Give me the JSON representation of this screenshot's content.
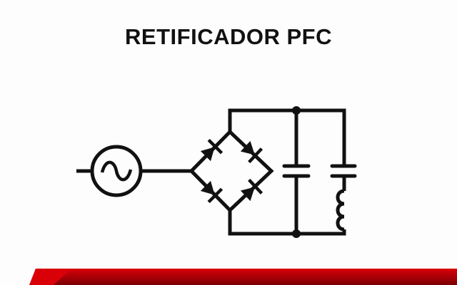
{
  "title": "RETIFICADOR PFC",
  "diagram": {
    "components": [
      "ac-source",
      "diode-bridge",
      "capacitor",
      "capacitor",
      "inductor"
    ],
    "line_color": "#111111"
  },
  "banner": {
    "color_light": "#d90008",
    "color_dark": "#7a0004"
  }
}
